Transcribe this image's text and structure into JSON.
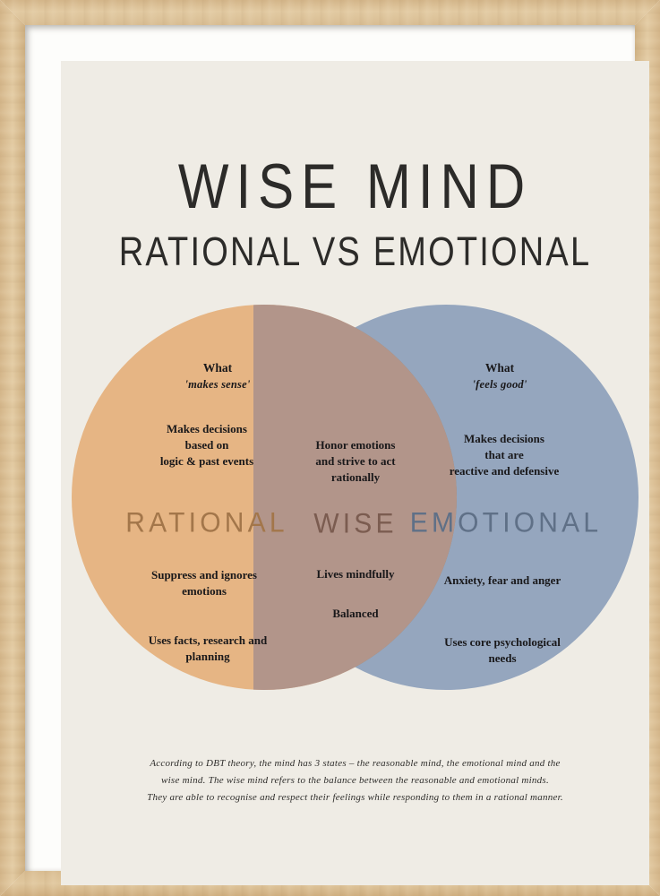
{
  "poster": {
    "title": "WISE MIND",
    "subtitle": "RATIONAL VS EMOTIONAL",
    "background_color": "#efece5"
  },
  "frame": {
    "wood_color": "#d9bd92",
    "mat_color": "#fdfdfb"
  },
  "venn": {
    "left": {
      "label": "RATIONAL",
      "label_color": "#a3764a",
      "circle_color": "#e6b584",
      "what_lead": "What",
      "what_quote": "'makes sense'",
      "point_1_line_1": "Makes decisions",
      "point_1_line_2": "based on",
      "point_1_line_3": "logic & past events",
      "point_2_line_1": "Suppress and ignores",
      "point_2_line_2": "emotions",
      "point_3_line_1": "Uses facts, research and",
      "point_3_line_2": "planning"
    },
    "center": {
      "label": "WISE",
      "label_color": "#7b5c50",
      "overlap_color": "#b2958a",
      "point_1_line_1": "Honor emotions",
      "point_1_line_2": "and strive to act",
      "point_1_line_3": "rationally",
      "point_2": "Lives mindfully",
      "point_3": "Balanced"
    },
    "right": {
      "label": "EMOTIONAL",
      "label_color": "#5f7087",
      "circle_color": "#9fb4d4",
      "what_lead": "What",
      "what_quote": "'feels good'",
      "point_1_line_1": "Makes decisions",
      "point_1_line_2": "that are",
      "point_1_line_3": "reactive and defensive",
      "point_2_line_1": "Anxiety, fear and anger",
      "point_3_line_1": "Uses core psychological",
      "point_3_line_2": "needs"
    }
  },
  "footer": {
    "line_1": "According to DBT theory, the mind has 3 states – the reasonable mind, the emotional mind and the",
    "line_2": "wise mind. The wise mind refers to the balance between the reasonable and emotional minds.",
    "line_3": "They are able to recognise and respect their feelings while responding to them in a rational manner."
  }
}
